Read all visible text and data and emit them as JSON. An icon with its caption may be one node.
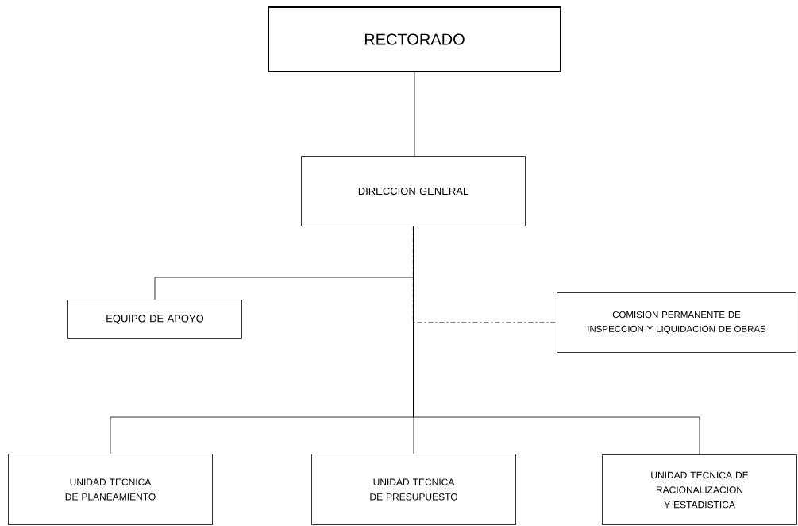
{
  "diagram": {
    "nodes": [
      {
        "text": [
          "RECTORADO"
        ]
      },
      {
        "text": [
          "DIRECCION GENERAL"
        ]
      },
      {
        "text": [
          "EQUIPO DE APOYO"
        ]
      },
      {
        "text": [
          "COMISION PERMANENTE DE INSPECCION Y LIQUIDACION DE OBRAS"
        ]
      },
      {
        "text": [
          "UNIDAD TECNICA DE PLANEAMIENTO"
        ]
      },
      {
        "text": [
          "UNIDAD TECNICA DE PRESUPUESTO"
        ]
      },
      {
        "text": [
          "UNIDAD TECNICA DE RACIONALIZACION Y ESTADISTICA"
        ]
      }
    ],
    "edges": [
      {
        "from": 0,
        "to": 1,
        "arrow": "none"
      },
      {
        "from": 1,
        "to": 2,
        "arrow": "none"
      },
      {
        "from": 1,
        "to": 3,
        "arrow": "none",
        "style": "dashed"
      },
      {
        "from": 1,
        "to": 4,
        "arrow": "none"
      },
      {
        "from": 1,
        "to": 5,
        "arrow": "none"
      },
      {
        "from": 1,
        "to": 6,
        "arrow": "none"
      }
    ]
  }
}
